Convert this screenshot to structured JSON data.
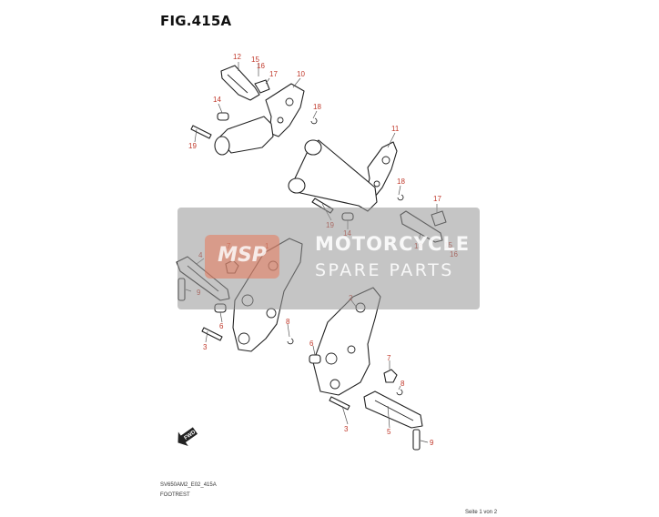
{
  "figure": {
    "title": "FIG.415A",
    "document_code": "SV650AM2_E02_415A",
    "section_name": "FOOTREST",
    "page_label": "Seite 1 von 2"
  },
  "watermark": {
    "logo_text": "MSP",
    "line1": "MOTORCYCLE",
    "line2": "SPARE PARTS"
  },
  "direction_arrow": {
    "label": "FWD",
    "icon": "forward-arrow-icon"
  },
  "callouts": [
    "12",
    "15",
    "16",
    "17",
    "10",
    "14",
    "18",
    "19",
    "11",
    "18",
    "19",
    "14",
    "17",
    "13",
    "15",
    "16",
    "4",
    "9",
    "7",
    "1",
    "6",
    "3",
    "8",
    "2",
    "6",
    "7",
    "8",
    "3",
    "5",
    "9"
  ],
  "colors": {
    "callout": "#c0392b",
    "line": "#222222",
    "watermark": "#969696"
  }
}
